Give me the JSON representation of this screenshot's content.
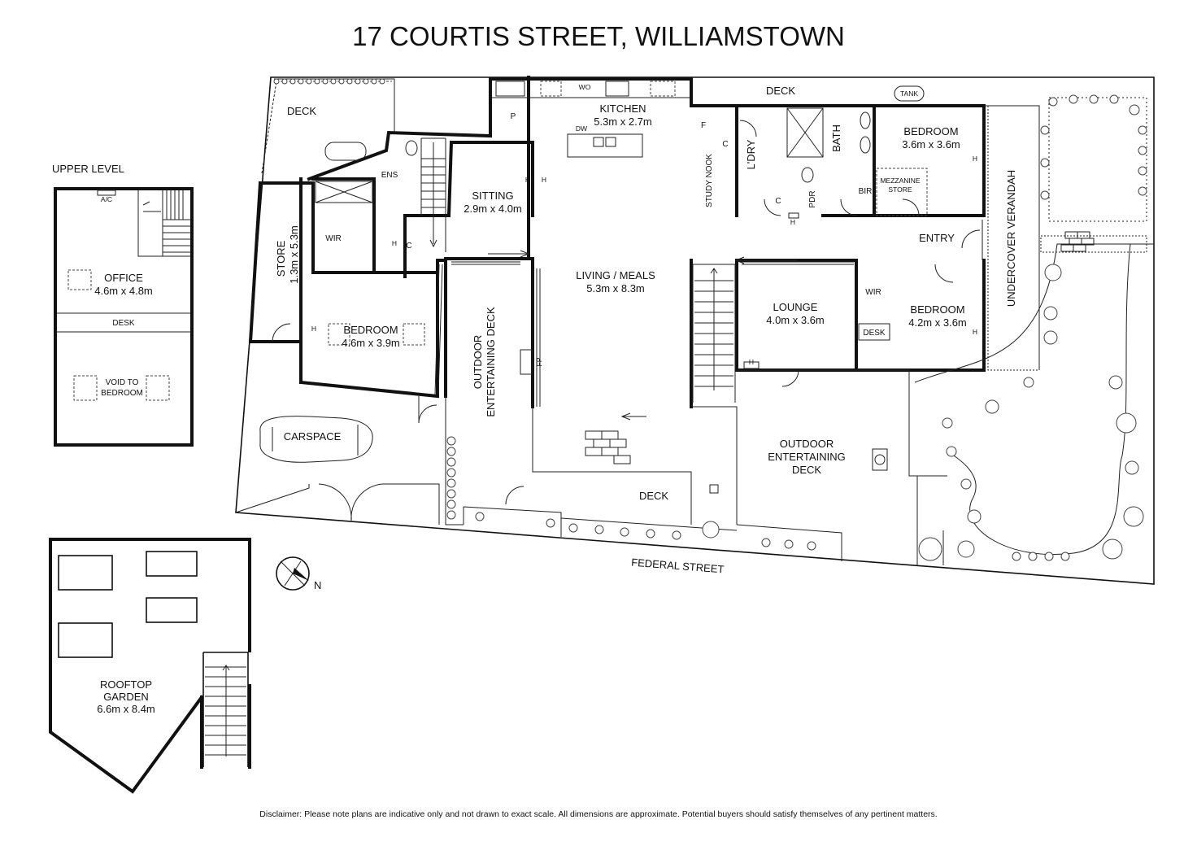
{
  "title": "17 COURTIS STREET, WILLIAMSTOWN",
  "disclaimer": "Disclaimer: Please note plans are indicative only and not drawn to exact scale. All dimensions are approximate. Potential buyers should satisfy themselves of any pertinent matters.",
  "upper_level": {
    "heading": "UPPER LEVEL",
    "ac": "A/C",
    "office": "OFFICE",
    "office_dim": "4.6m x 4.8m",
    "desk": "DESK",
    "void_line1": "VOID TO",
    "void_line2": "BEDROOM"
  },
  "rooftop": {
    "line1": "ROOFTOP",
    "line2": "GARDEN",
    "dim": "6.6m x 8.4m"
  },
  "compass": "N",
  "street": "FEDERAL STREET",
  "rooms": {
    "deck_top_left": "DECK",
    "ens": "ENS",
    "wir_left": "WIR",
    "c_left": "C",
    "store": "STORE",
    "store_dim": "1.3m x 5.3m",
    "bedroom_left": "BEDROOM",
    "bedroom_left_dim": "4.6m x 3.9m",
    "carspace": "CARSPACE",
    "sitting": "SITTING",
    "sitting_dim": "2.9m x 4.0m",
    "kitchen": "KITCHEN",
    "kitchen_dim": "5.3m x 2.7m",
    "p": "P",
    "wo": "WO",
    "dw": "DW",
    "f": "F",
    "living": "LIVING / MEALS",
    "living_dim": "5.3m x 8.3m",
    "outdoor_deck_left_1": "OUTDOOR",
    "outdoor_deck_left_2": "ENTERTAINING DECK",
    "fp": "FP",
    "deck_bottom": "DECK",
    "deck_top": "DECK",
    "tank": "TANK",
    "study_nook": "STUDY NOOK",
    "c_study": "C",
    "ldry": "L'DRY",
    "c_ldry": "C",
    "pdr": "PDR",
    "bath": "BATH",
    "bir": "BIR",
    "bedroom_top_right": "BEDROOM",
    "bedroom_top_right_dim": "3.6m x 3.6m",
    "mezz_1": "MEZZANINE",
    "mezz_2": "STORE",
    "entry": "ENTRY",
    "undercover": "UNDERCOVER VERANDAH",
    "lounge": "LOUNGE",
    "lounge_dim": "4.0m x 3.6m",
    "wir_right": "WIR",
    "desk_right": "DESK",
    "bedroom_right": "BEDROOM",
    "bedroom_right_dim": "4.2m x 3.6m",
    "outdoor_deck_right_1": "OUTDOOR",
    "outdoor_deck_right_2": "ENTERTAINING",
    "outdoor_deck_right_3": "DECK",
    "h": "H"
  }
}
